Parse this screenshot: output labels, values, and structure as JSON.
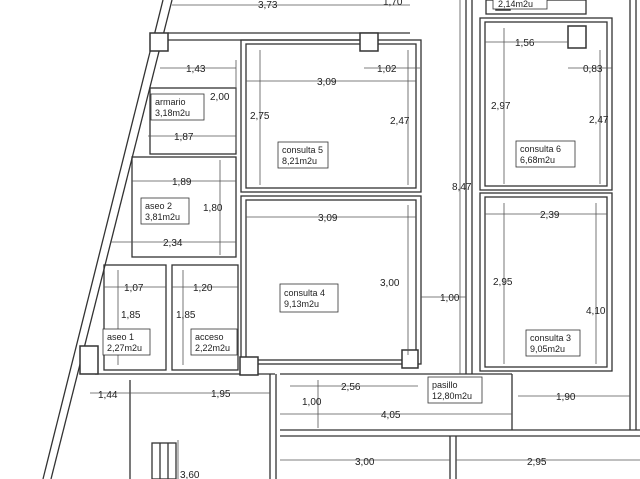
{
  "rooms": [
    {
      "name": "armario",
      "area": "3,18m2u"
    },
    {
      "name": "consulta 5",
      "area": "8,21m2u"
    },
    {
      "name": "aseo 2",
      "area": "3,81m2u"
    },
    {
      "name": "consulta 4",
      "area": "9,13m2u"
    },
    {
      "name": "aseo 1",
      "area": "2,27m2u"
    },
    {
      "name": "acceso",
      "area": "2,22m2u"
    },
    {
      "name": "consulta 6",
      "area": "6,68m2u"
    },
    {
      "name": "consulta 3",
      "area": "9,05m2u"
    },
    {
      "name": "pasillo",
      "area": "12,80m2u"
    },
    {
      "name": "",
      "area": "2,14m2u"
    }
  ],
  "dimensions": [
    "3,73",
    "1,70",
    "1,43",
    "1,02",
    "3,09",
    "2,00",
    "1,87",
    "2,75",
    "2,47",
    "1,89",
    "1,80",
    "3,09",
    "2,34",
    "1,07",
    "1,20",
    "3,00",
    "1,00",
    "1,85",
    "1,85",
    "1,44",
    "1,95",
    "2,56",
    "1,00",
    "4,05",
    "3,00",
    "2,95",
    "3,60",
    "1,56",
    "0,83",
    "2,97",
    "2,47",
    "8,47",
    "2,39",
    "2,95",
    "4,10",
    "1,90"
  ],
  "colors": {
    "line": "#333333",
    "paper": "#ffffff",
    "column": "#555555"
  }
}
